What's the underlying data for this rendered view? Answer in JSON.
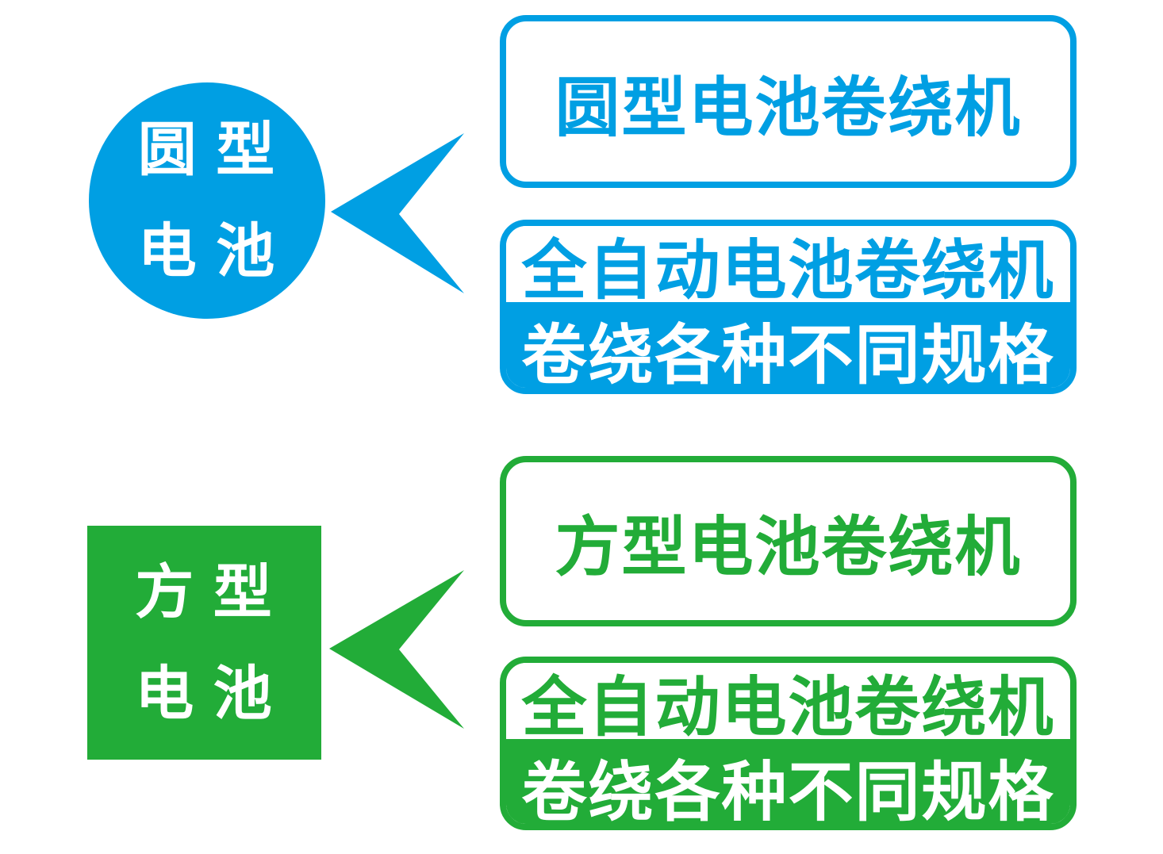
{
  "colors": {
    "blue": "#009FE3",
    "green": "#22AC38"
  },
  "round": {
    "node_line1": "圆 型",
    "node_line2": "电 池",
    "box1_label": "圆型电池卷绕机",
    "box2_top_label": "全自动电池卷绕机",
    "box2_bottom_label": "卷绕各种不同规格"
  },
  "square": {
    "node_line1": "方 型",
    "node_line2": "电 池",
    "box1_label": "方型电池卷绕机",
    "box2_top_label": "全自动电池卷绕机",
    "box2_bottom_label": "卷绕各种不同规格"
  }
}
